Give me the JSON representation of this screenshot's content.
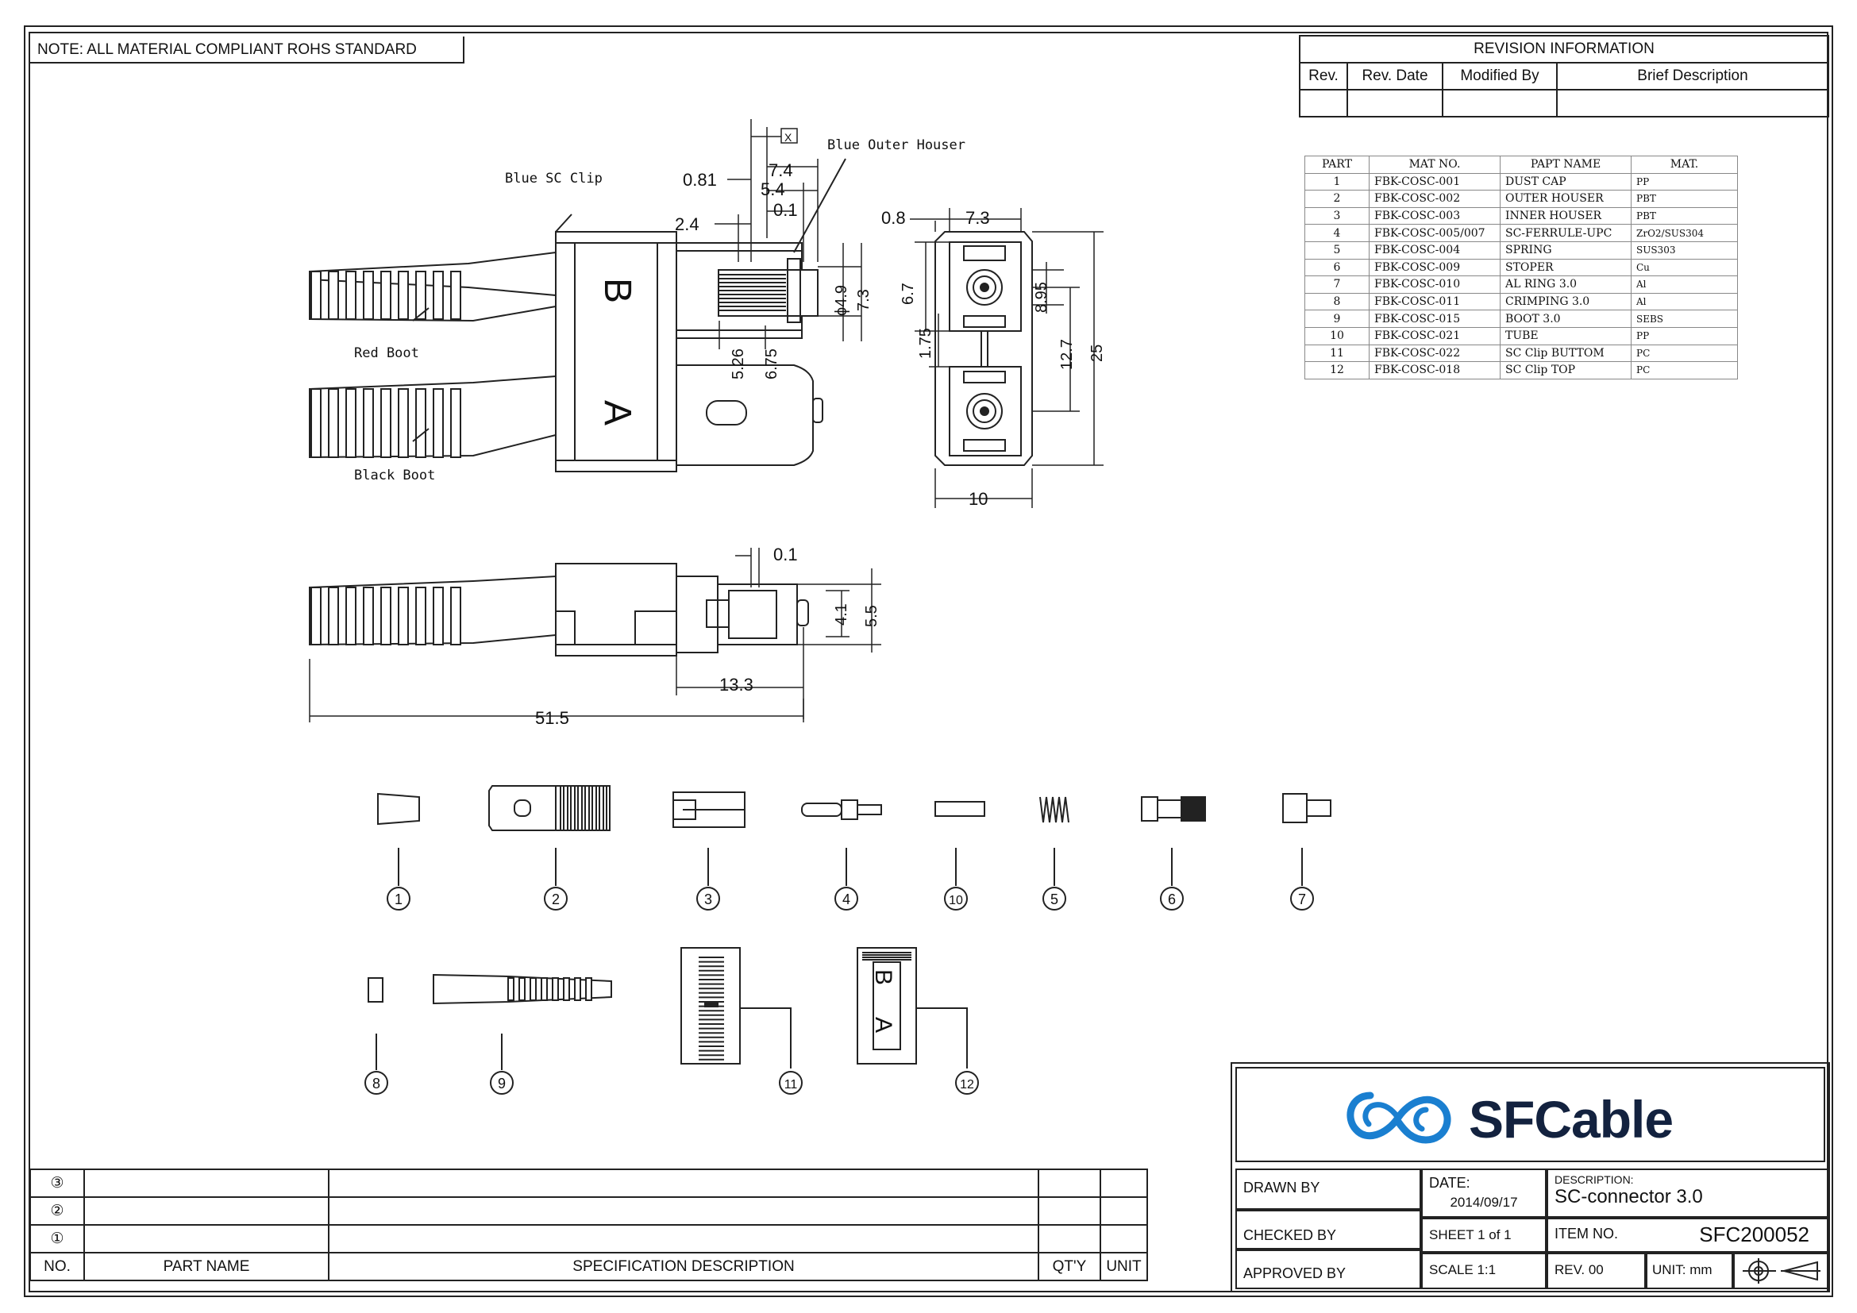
{
  "note": "NOTE: ALL MATERIAL COMPLIANT ROHS STANDARD",
  "revision": {
    "title": "REVISION INFORMATION",
    "headers": [
      "Rev.",
      "Rev. Date",
      "Modified By",
      "Brief Description"
    ]
  },
  "parts_table": {
    "headers": [
      "PART",
      "MAT NO.",
      "PAPT NAME",
      "MAT."
    ],
    "rows": [
      [
        "1",
        "FBK-COSC-001",
        "DUST CAP",
        "PP"
      ],
      [
        "2",
        "FBK-COSC-002",
        "OUTER HOUSER",
        "PBT"
      ],
      [
        "3",
        "FBK-COSC-003",
        "INNER HOUSER",
        "PBT"
      ],
      [
        "4",
        "FBK-COSC-005/007",
        "SC-FERRULE-UPC",
        "ZrO2/SUS304"
      ],
      [
        "5",
        "FBK-COSC-004",
        "SPRING",
        "SUS303"
      ],
      [
        "6",
        "FBK-COSC-009",
        "STOPER",
        "Cu"
      ],
      [
        "7",
        "FBK-COSC-010",
        "AL RING 3.0",
        "Al"
      ],
      [
        "8",
        "FBK-COSC-011",
        "CRIMPING 3.0",
        "Al"
      ],
      [
        "9",
        "FBK-COSC-015",
        "BOOT 3.0",
        "SEBS"
      ],
      [
        "10",
        "FBK-COSC-021",
        "TUBE",
        "PP"
      ],
      [
        "11",
        "FBK-COSC-022",
        "SC Clip BUTTOM",
        "PC"
      ],
      [
        "12",
        "FBK-COSC-018",
        "SC Clip TOP",
        "PC"
      ]
    ]
  },
  "drawing_labels": {
    "blue_sc_clip": "Blue SC Clip",
    "blue_outer_houser": "Blue Outer Houser",
    "red_boot": "Red Boot",
    "black_boot": "Black Boot",
    "datum": "X",
    "clip_letter_b": "B",
    "clip_letter_a": "A"
  },
  "dimensions": {
    "d081": "0.81",
    "d74": "7.4",
    "d54": "5.4",
    "d01": "0.1",
    "d24": "2.4",
    "d49": "ϕ4.9",
    "d73v": "7.3",
    "d526": "5.26",
    "d675": "6.75",
    "d08": "0.8",
    "d73h": "7.3",
    "d67": "6.7",
    "d895": "8.95",
    "d175": "1.75",
    "d127": "12.7",
    "d25": "25",
    "d10": "10",
    "d01b": "0.1",
    "d41": "4.1",
    "d55": "5.5",
    "d133": "13.3",
    "d515": "51.5"
  },
  "callouts": [
    "1",
    "2",
    "3",
    "4",
    "10",
    "5",
    "6",
    "7",
    "8",
    "9",
    "11",
    "12"
  ],
  "bom": {
    "rows": [
      "③",
      "②",
      "①"
    ],
    "headers": [
      "NO.",
      "PART NAME",
      "SPECIFICATION DESCRIPTION",
      "QT'Y",
      "UNIT"
    ]
  },
  "title_block": {
    "logo_text": "SFCable",
    "drawn_by": "DRAWN BY",
    "checked_by": "CHECKED BY",
    "approved_by": "APPROVED BY",
    "date_label": "DATE:",
    "date_value": "2014/09/17",
    "sheet": "SHEET 1 of 1",
    "scale": "SCALE 1:1",
    "description_label": "DESCRIPTION:",
    "description_value": "SC-connector 3.0",
    "item_label": "ITEM NO.",
    "item_value": "SFC200052",
    "rev": "REV. 00",
    "unit": "UNIT: mm"
  },
  "colors": {
    "logo_blue": "#1a7fd0",
    "logo_dark": "#13223f",
    "line": "#222222"
  }
}
